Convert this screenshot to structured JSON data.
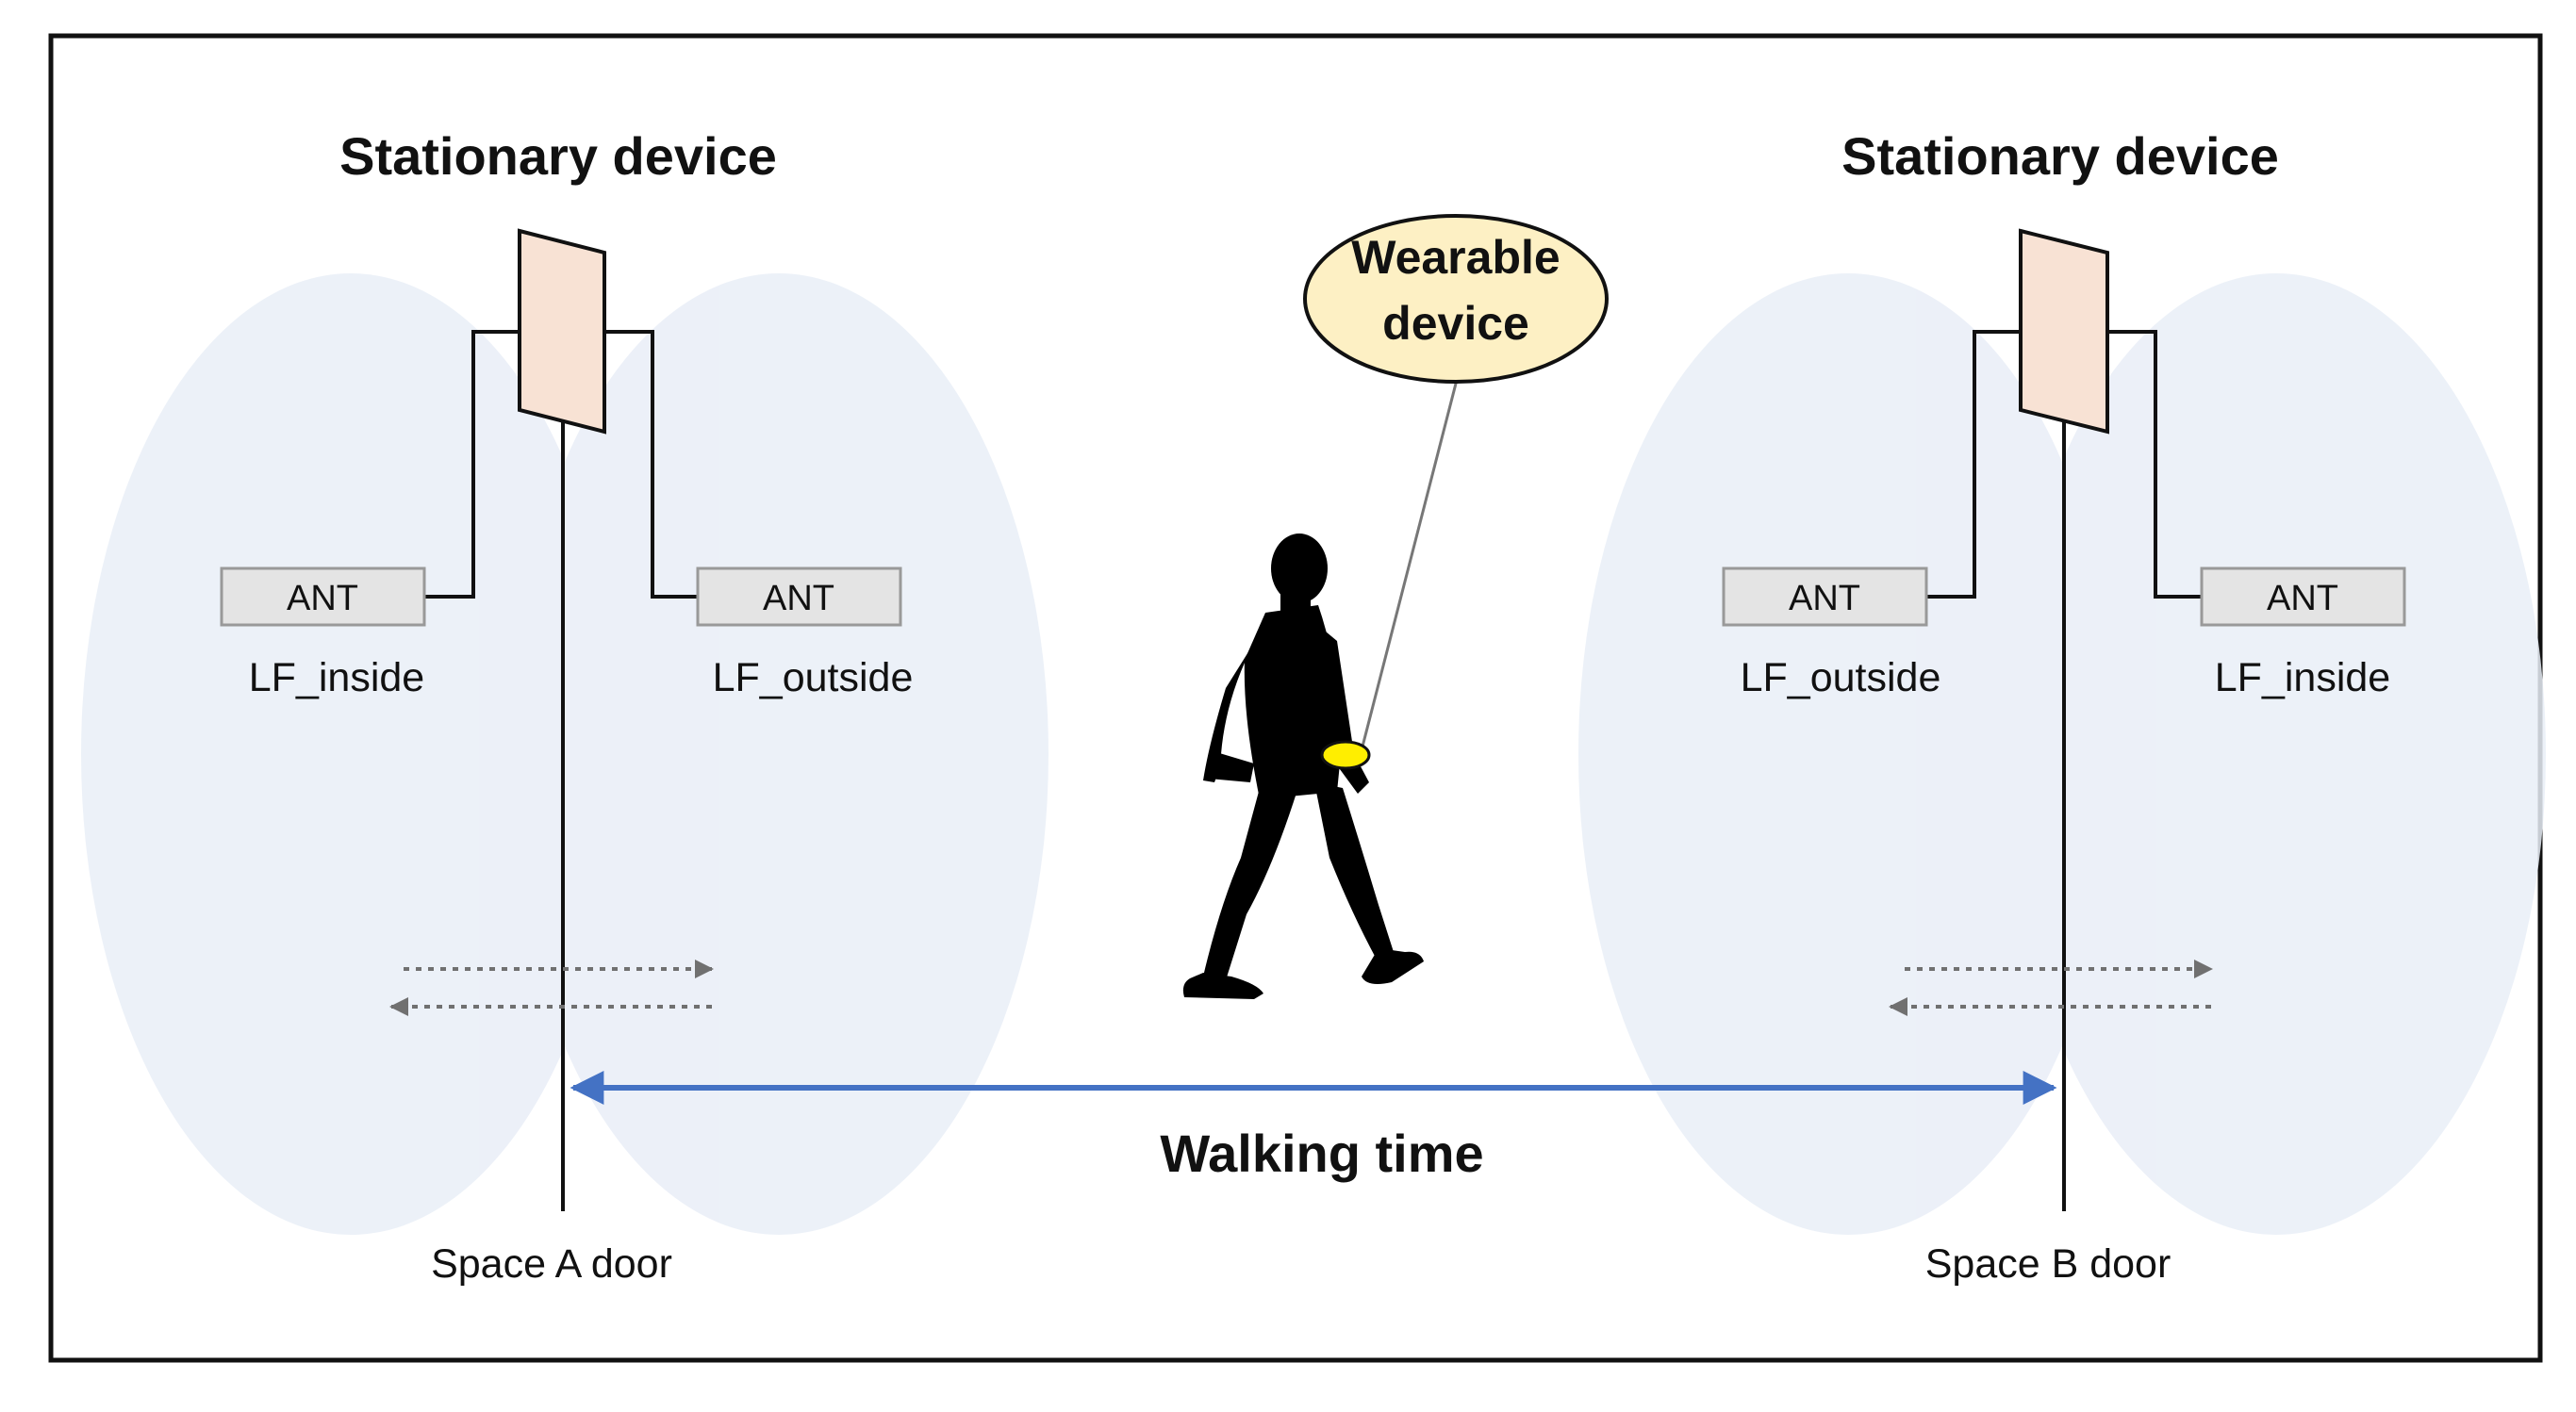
{
  "diagram": {
    "left_station": {
      "title": "Stationary device",
      "antennas": [
        {
          "tag": "ANT",
          "label": "LF_inside"
        },
        {
          "tag": "ANT",
          "label": "LF_outside"
        }
      ],
      "door_label": "Space A door"
    },
    "right_station": {
      "title": "Stationary device",
      "antennas": [
        {
          "tag": "ANT",
          "label": "LF_outside"
        },
        {
          "tag": "ANT",
          "label": "LF_inside"
        }
      ],
      "door_label": "Space B door"
    },
    "wearable": {
      "line1": "Wearable",
      "line2": "device"
    },
    "walking_time": "Walking time"
  },
  "colors": {
    "field_fill": "#e9eef7",
    "device_fill": "#f8e2d4",
    "ant_fill": "#e4e4e4",
    "bubble_fill": "#fdf0c4",
    "wearable_dot": "#ffee00",
    "arrow_blue": "#4472c4",
    "dotted_arrow": "#707070",
    "frame": "#111111"
  },
  "icons": [
    "walking-person-silhouette",
    "stationary-device-panel",
    "antenna-box"
  ]
}
